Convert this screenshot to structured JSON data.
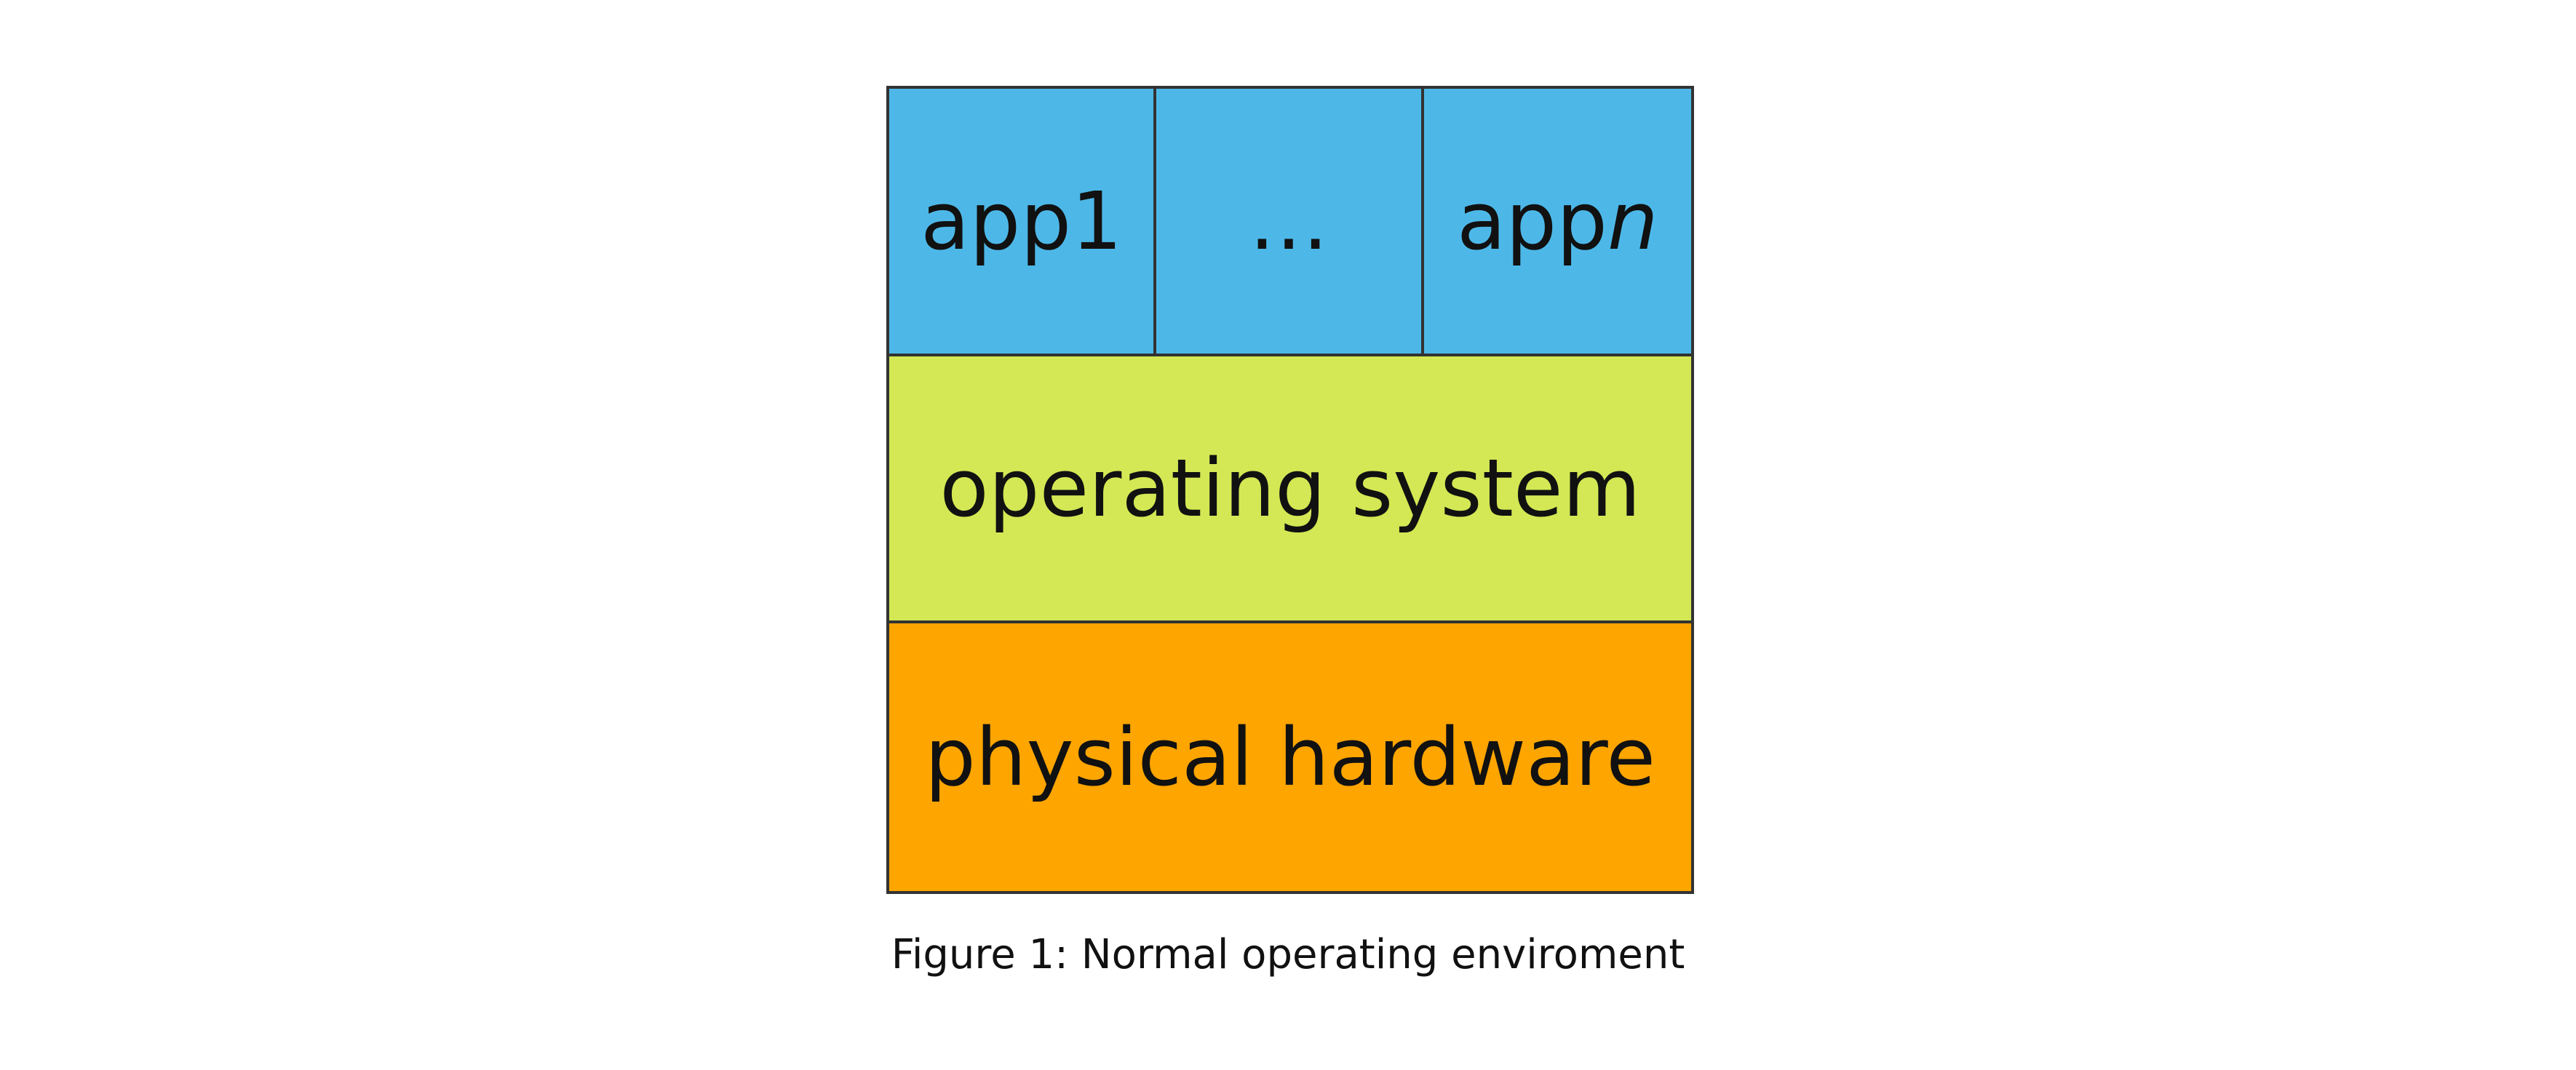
{
  "colors": {
    "apps": "#4db8e8",
    "operating_system": "#d3e854",
    "hardware": "#ffa500",
    "border": "#333333"
  },
  "apps": [
    {
      "label": "app1",
      "suffix": ""
    },
    {
      "label": "…",
      "suffix": ""
    },
    {
      "label": "app",
      "suffix": "n"
    }
  ],
  "layers": {
    "os": "operating system",
    "hardware": "physical hardware"
  },
  "caption": "Figure 1: Normal operating enviroment"
}
